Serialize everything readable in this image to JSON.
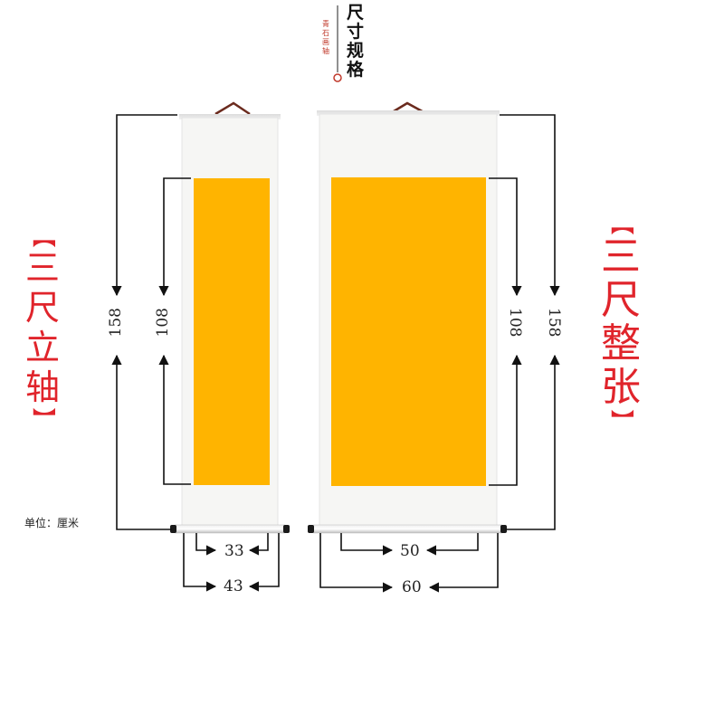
{
  "header": {
    "title": "尺寸规格",
    "seal_text": "青石画轴"
  },
  "left_scroll": {
    "name": "三尺立轴",
    "total_height": "158",
    "inner_height": "108",
    "inner_width": "33",
    "total_width": "43"
  },
  "right_scroll": {
    "name": "三尺整张",
    "total_height": "158",
    "inner_height": "108",
    "inner_width": "50",
    "total_width": "60"
  },
  "unit_note": "单位：厘米",
  "colors": {
    "paper": "#ffb400",
    "mount": "#f6f6f4",
    "accent": "#e0242b",
    "line": "#111111"
  }
}
